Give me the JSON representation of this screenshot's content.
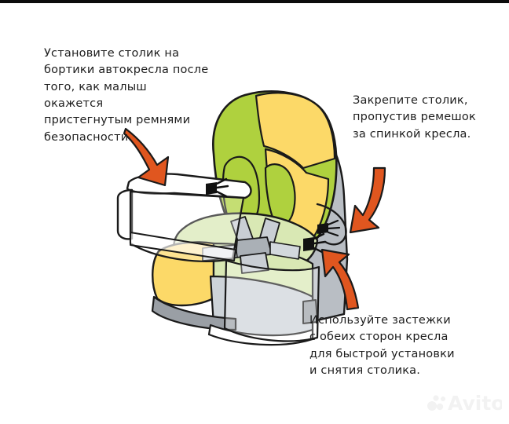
{
  "image": {
    "kind": "instruction-diagram",
    "subject": "child car seat with removable tray table",
    "background_color": "#ffffff",
    "top_bar_color": "#0c0c0c"
  },
  "callouts": [
    {
      "id": "install",
      "text": "Установите  столик на\nбортики автокресла после\nтого, как малыш окажется\nпристегнутым ремнями\nбезопасности.",
      "position": "top-left"
    },
    {
      "id": "secure",
      "text": "Закрепите столик,\nпропустив ремешок\nза спинкой кресла.",
      "position": "top-right"
    },
    {
      "id": "clasps",
      "text": "Используйте застежки\nс обеих сторон кресла\nдля быстрой  установки\nи снятия столика.",
      "position": "bottom-right"
    }
  ],
  "arrows": [
    {
      "id": "arrow-to-tray",
      "direction": "down-right",
      "color": "#E0561F"
    },
    {
      "id": "arrow-to-back-strap",
      "direction": "down-left",
      "color": "#E0561F"
    },
    {
      "id": "arrow-to-clasp",
      "direction": "up-left",
      "color": "#E0561F"
    }
  ],
  "palette": {
    "green": "#AFD13E",
    "green_light": "#C8DE8A",
    "green_pale": "#D9E8B4",
    "yellow": "#FCD968",
    "yellow_light": "#FDE9A8",
    "gray": "#B9BEC4",
    "gray_dark": "#8E9399",
    "outline": "#1a1a1a",
    "accent_orange": "#E0561F"
  },
  "illustration_parts": [
    {
      "name": "seat-back",
      "color": "#AFD13E"
    },
    {
      "name": "seat-back-center-panel",
      "color": "#FCD968"
    },
    {
      "name": "seat-side-wing-left",
      "color": "#AFD13E"
    },
    {
      "name": "seat-side-wing-right",
      "color": "#AFD13E"
    },
    {
      "name": "seat-cushion",
      "color": "#FCD968"
    },
    {
      "name": "seat-base",
      "color": "#B9BEC4"
    },
    {
      "name": "tray-table",
      "color": "#ffffff"
    },
    {
      "name": "harness-straps",
      "color": "#C9CED4"
    },
    {
      "name": "harness-buckle",
      "color": "#AAB0B6"
    },
    {
      "name": "side-clasp-left",
      "color": "#111111"
    },
    {
      "name": "side-clasp-right",
      "color": "#111111"
    },
    {
      "name": "rear-strap",
      "color": "#111111"
    }
  ],
  "watermark": {
    "label": "Avito",
    "color": "#f2f2f2"
  }
}
